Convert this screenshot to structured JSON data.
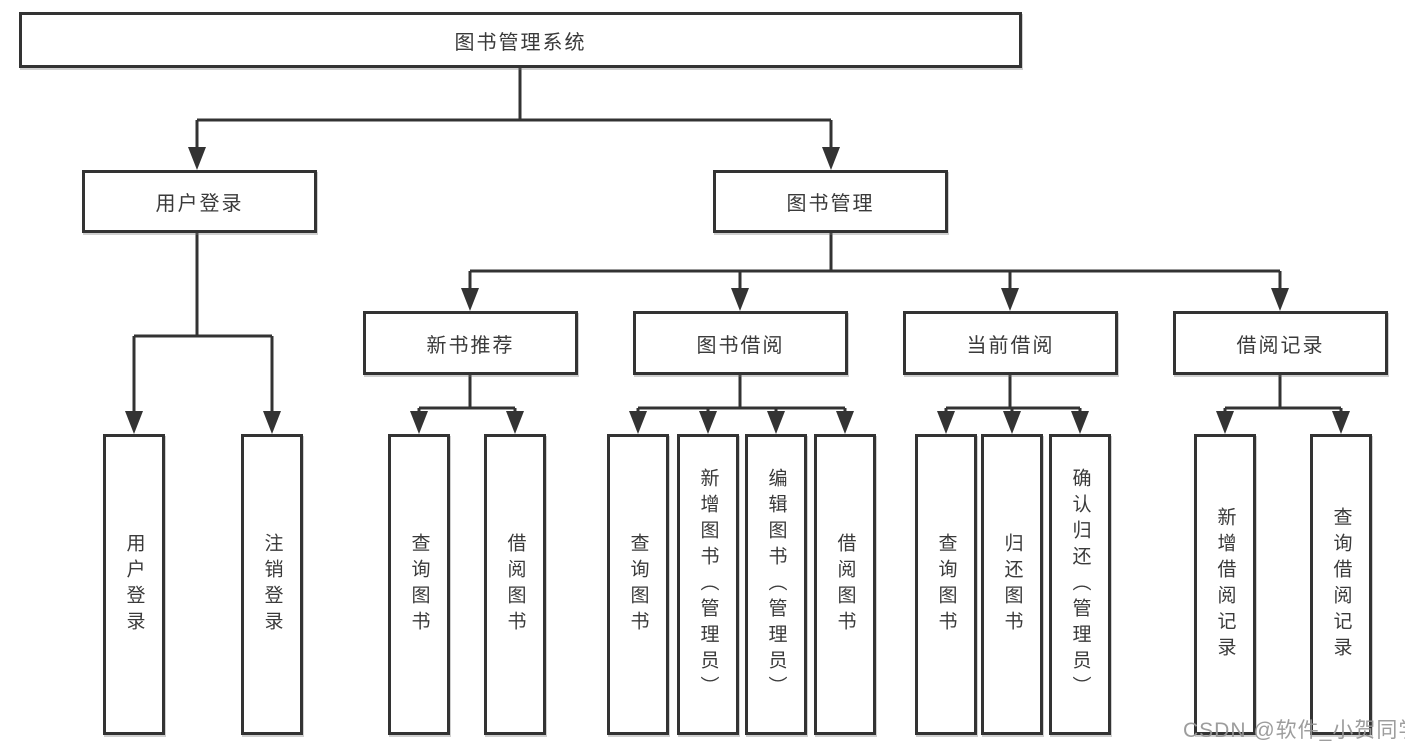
{
  "diagram": {
    "title": "图书管理系统",
    "tree": {
      "root": {
        "label": "图书管理系统",
        "children": [
          {
            "label": "用户登录",
            "children": [
              {
                "label": "用户登录"
              },
              {
                "label": "注销登录"
              }
            ]
          },
          {
            "label": "图书管理",
            "children": [
              {
                "label": "新书推荐",
                "children": [
                  {
                    "label": "查询图书"
                  },
                  {
                    "label": "借阅图书"
                  }
                ]
              },
              {
                "label": "图书借阅",
                "children": [
                  {
                    "label": "查询图书"
                  },
                  {
                    "label": "新增图书（管理员）"
                  },
                  {
                    "label": "编辑图书（管理员）"
                  },
                  {
                    "label": "借阅图书"
                  }
                ]
              },
              {
                "label": "当前借阅",
                "children": [
                  {
                    "label": "查询图书"
                  },
                  {
                    "label": "归还图书"
                  },
                  {
                    "label": "确认归还（管理员）"
                  }
                ]
              },
              {
                "label": "借阅记录",
                "children": [
                  {
                    "label": "新增借阅记录"
                  },
                  {
                    "label": "查询借阅记录"
                  }
                ]
              }
            ]
          }
        ]
      }
    },
    "colors": {
      "line": "#333333",
      "box_border": "#333333",
      "box_fill": "#ffffff",
      "text": "#3a3a3a",
      "watermark": "#989898"
    }
  },
  "watermark": {
    "text": "CSDN @软件_小贺同学"
  }
}
